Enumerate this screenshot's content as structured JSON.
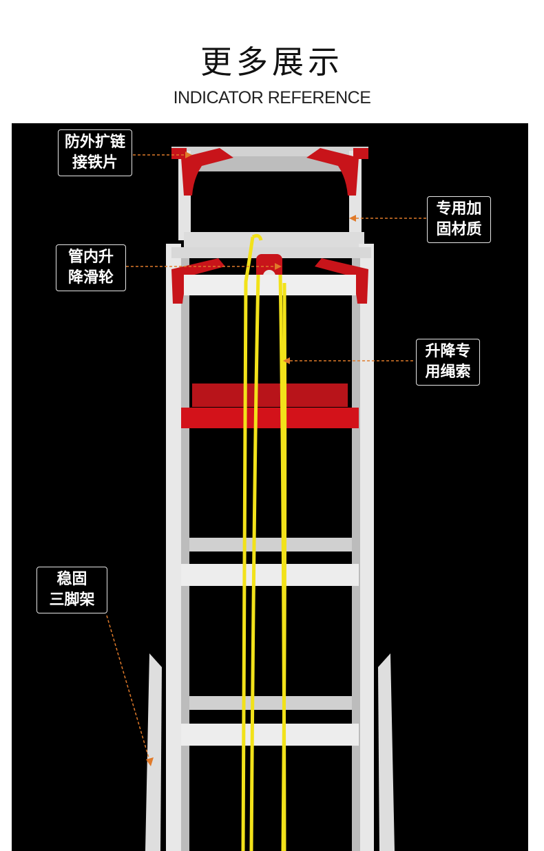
{
  "header": {
    "title": "更多展示",
    "subtitle": "INDICATOR REFERENCE"
  },
  "callouts": [
    {
      "line1": "防外扩链",
      "line2": "接铁片"
    },
    {
      "line1": "专用加",
      "line2": "固材质"
    },
    {
      "line1": "管内升",
      "line2": "降滑轮"
    },
    {
      "line1": "升降专",
      "line2": "用绳索"
    },
    {
      "line1": "稳固",
      "line2": "三脚架"
    }
  ],
  "colors": {
    "background": "#000000",
    "frame": "#e6e6e6",
    "bracket": "#c8141a",
    "rope": "#f2e21a",
    "leader": "#e07a2a"
  }
}
